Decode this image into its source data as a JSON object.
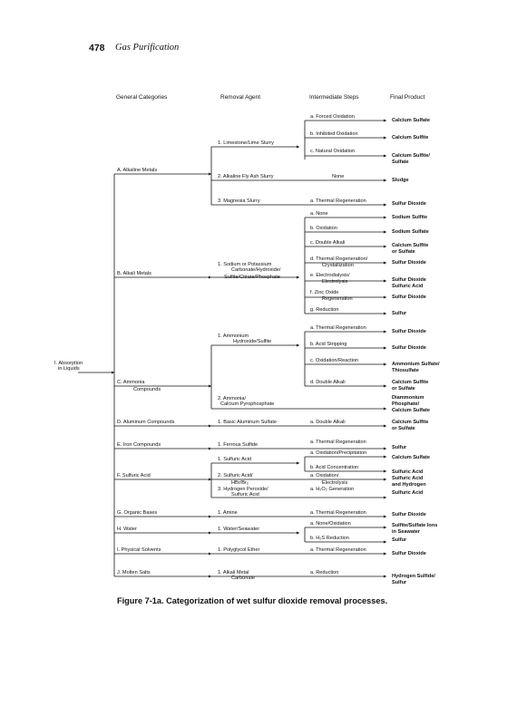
{
  "page": {
    "number": "478",
    "running_head": "Gas Purification"
  },
  "columns": {
    "general": "General Categories",
    "agent": "Removal Agent",
    "steps": "Intermediate Steps",
    "product": "Final Product"
  },
  "root": {
    "line1": "I. Absorption",
    "line2": "in Liquids"
  },
  "categories": {
    "a": "A.  Alkaline Metals",
    "b": "B.  Alkali Metals",
    "c1": "C.  Ammonia",
    "c2": "Compounds",
    "d": "D.  Aluminum Compounds",
    "e": "E.  Iron Compounds",
    "f": "F.  Sulfuric Acid",
    "g": "G.  Organic Bases",
    "h": "H.  Water",
    "i": "I.  Physical Solvents",
    "j": "J.  Molten Salts"
  },
  "agents": {
    "a1": "1.  Limestone/Lime Slurry",
    "a2": "2.  Alkaline Fly Ash Slurry",
    "a3": "3.  Magnesia Slurry",
    "b1_1": "1.  Sodium or Potassium",
    "b1_2": "Carbonate/Hydroxide/",
    "b1_3": "Sulfite/Citrate/Phosphate",
    "c1_1": "1.      Ammonium",
    "c1_2": "Hydroxide/Sulfite",
    "c2_1": "2.         Ammonia/",
    "c2_2": "Calcium Pyrophosphate",
    "d1": "1.  Basic Aluminum Sulfate",
    "e1": "1.  Ferrous Sulfide",
    "f1": "1.  Sulfuric Acid",
    "f2_1": "2.  Sulfuric Acid/",
    "f2_2": "HBr/Br₂",
    "f3_1": "3.  Hydrogen Peroxide/",
    "f3_2": "Sulfuric Acid",
    "g1": "1.  Amine",
    "h1": "1.  Water/Seawater",
    "i1": "1.  Polyglycol Ether",
    "j1_1": "1.  Alkali Metal",
    "j1_2": "Carbonate"
  },
  "steps": {
    "a1a": "a.  Forced Oxidation",
    "a1b": "b.  Inhibited Oxidation",
    "a1c": "c.  Natural Oxidation",
    "a2": "None",
    "a3a": "a.  Thermal Regeneration",
    "b_a": "a.  None",
    "b_b": "b.  Oxidation",
    "b_c": "c.  Double Alkali",
    "b_d1": "d.  Thermal Regeneration/",
    "b_d2": "Crystallization",
    "b_e1": "e.  Electrodialysis/",
    "b_e2": "Electrolysis",
    "b_f1": "f.  Zinc Oxide",
    "b_f2": "Regeneration",
    "b_g": "g.  Reduction",
    "c_a": "a.  Thermal Regeneration",
    "c_b": "b.  Acid Stripping",
    "c_c": "c.  Oxidation/Reaction",
    "c_d": "d.  Double Alkali",
    "d_a": "a.  Double Alkali",
    "e_a": "a.  Thermal Regeneration",
    "f_a": "a.  Oxidation/Precipitation",
    "f_b": "b.  Acid Concentration",
    "f_c1": "a.  Oxidation/",
    "f_c2": "Electrolysis",
    "f_d": "a.  H₂O₂  Generation",
    "g_a": "a.  Thermal Regeneration",
    "h_a": "a.  None/Oxidation",
    "h_b": "b.  H₂S Reduction",
    "i_a": "a.  Thermal Regeneration",
    "j_a": "a.  Reduction"
  },
  "products": {
    "a1a": "Calcium Sulfate",
    "a1b": "Calcium Sulfite",
    "a1c1": "Calcium Sulfite/",
    "a1c2": "Sulfate",
    "a2": "Sludge",
    "a3": "Sulfur Dioxide",
    "b_a": "Sodium Sulfite",
    "b_b": "Sodium Sulfate",
    "b_c1": "Calcium Sulfite",
    "b_c2": "or Sulfate",
    "b_d": "Sulfur Dioxide",
    "b_e1": "Sulfur Dioxide",
    "b_e2": "Sulfuric Acid",
    "b_f": "Sulfur Dioxide",
    "b_g": "Sulfur",
    "c_a": "Sulfur Dioxide",
    "c_b": "Sulfur Dioxide",
    "c_c1": "Ammonium Sulfate/",
    "c_c2": "Thiosulfate",
    "c_d1": "Calcium Sulfite",
    "c_d2": "or Sulfate",
    "c_e1": "Diammonium",
    "c_e2": "Phosphate/",
    "c_e3": "Calcium Sulfate",
    "d_1": "Calcium Sulfite",
    "d_2": "or Sulfate",
    "e_1": "Sulfur",
    "f_a": "Calcium Sulfate",
    "f_b": "Sulfuric Acid",
    "f_c1": "Sulfuric Acid",
    "f_c2": "and Hydrogen",
    "f_d": "Sulfuric Acid",
    "g": "Sulfur Dioxide",
    "h_1": "Sulfite/Sulfate Ions",
    "h_2": "in Seawater",
    "h_3": "Sulfur",
    "i": "Sulfur Dioxide",
    "j_1": "Hydrogen Sulfide/",
    "j_2": "Sulfur"
  },
  "caption": "Figure 7-1a. Categorization of wet sulfur dioxide removal processes."
}
